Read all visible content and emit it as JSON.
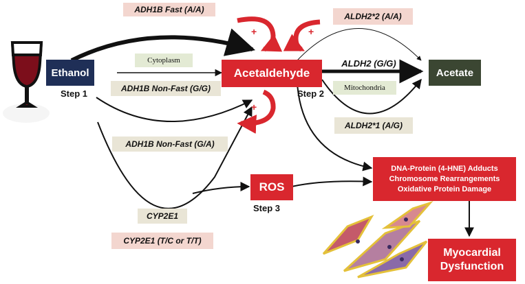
{
  "nodes": {
    "ethanol": "Ethanol",
    "acetaldehyde": "Acetaldehyde",
    "acetate": "Acetate",
    "ros": "ROS",
    "damage": [
      "DNA-Protein (4-HNE) Adducts",
      "Chromosome Rearrangements",
      "Oxidative Protein Damage"
    ],
    "myocardial": [
      "Myocardial",
      "Dysfunction"
    ]
  },
  "labels": {
    "adh1b_fast": "ADH1B Fast (A/A)",
    "adh1b_nonfast_gg": "ADH1B Non-Fast (G/G)",
    "adh1b_nonfast_ga": "ADH1B Non-Fast (G/A)",
    "cytoplasm": "Cytoplasm",
    "aldh2_2": "ALDH2*2 (A/A)",
    "aldh2_gg": "ALDH2 (G/G)",
    "aldh2_1": "ALDH2*1 (A/G)",
    "mitochondria": "Mitochondria",
    "cyp2e1": "CYP2E1",
    "cyp2e1_variant": "CYP2E1 (T/C or T/T)"
  },
  "steps": {
    "step1": "Step 1",
    "step2": "Step 2",
    "step3": "Step 3"
  },
  "plus_sign": "+",
  "colors": {
    "red": "#d9272e",
    "navy": "#1f2f57",
    "olive": "#3b4632",
    "pink": "#f3d6cf",
    "beige": "#e9e5d6"
  }
}
